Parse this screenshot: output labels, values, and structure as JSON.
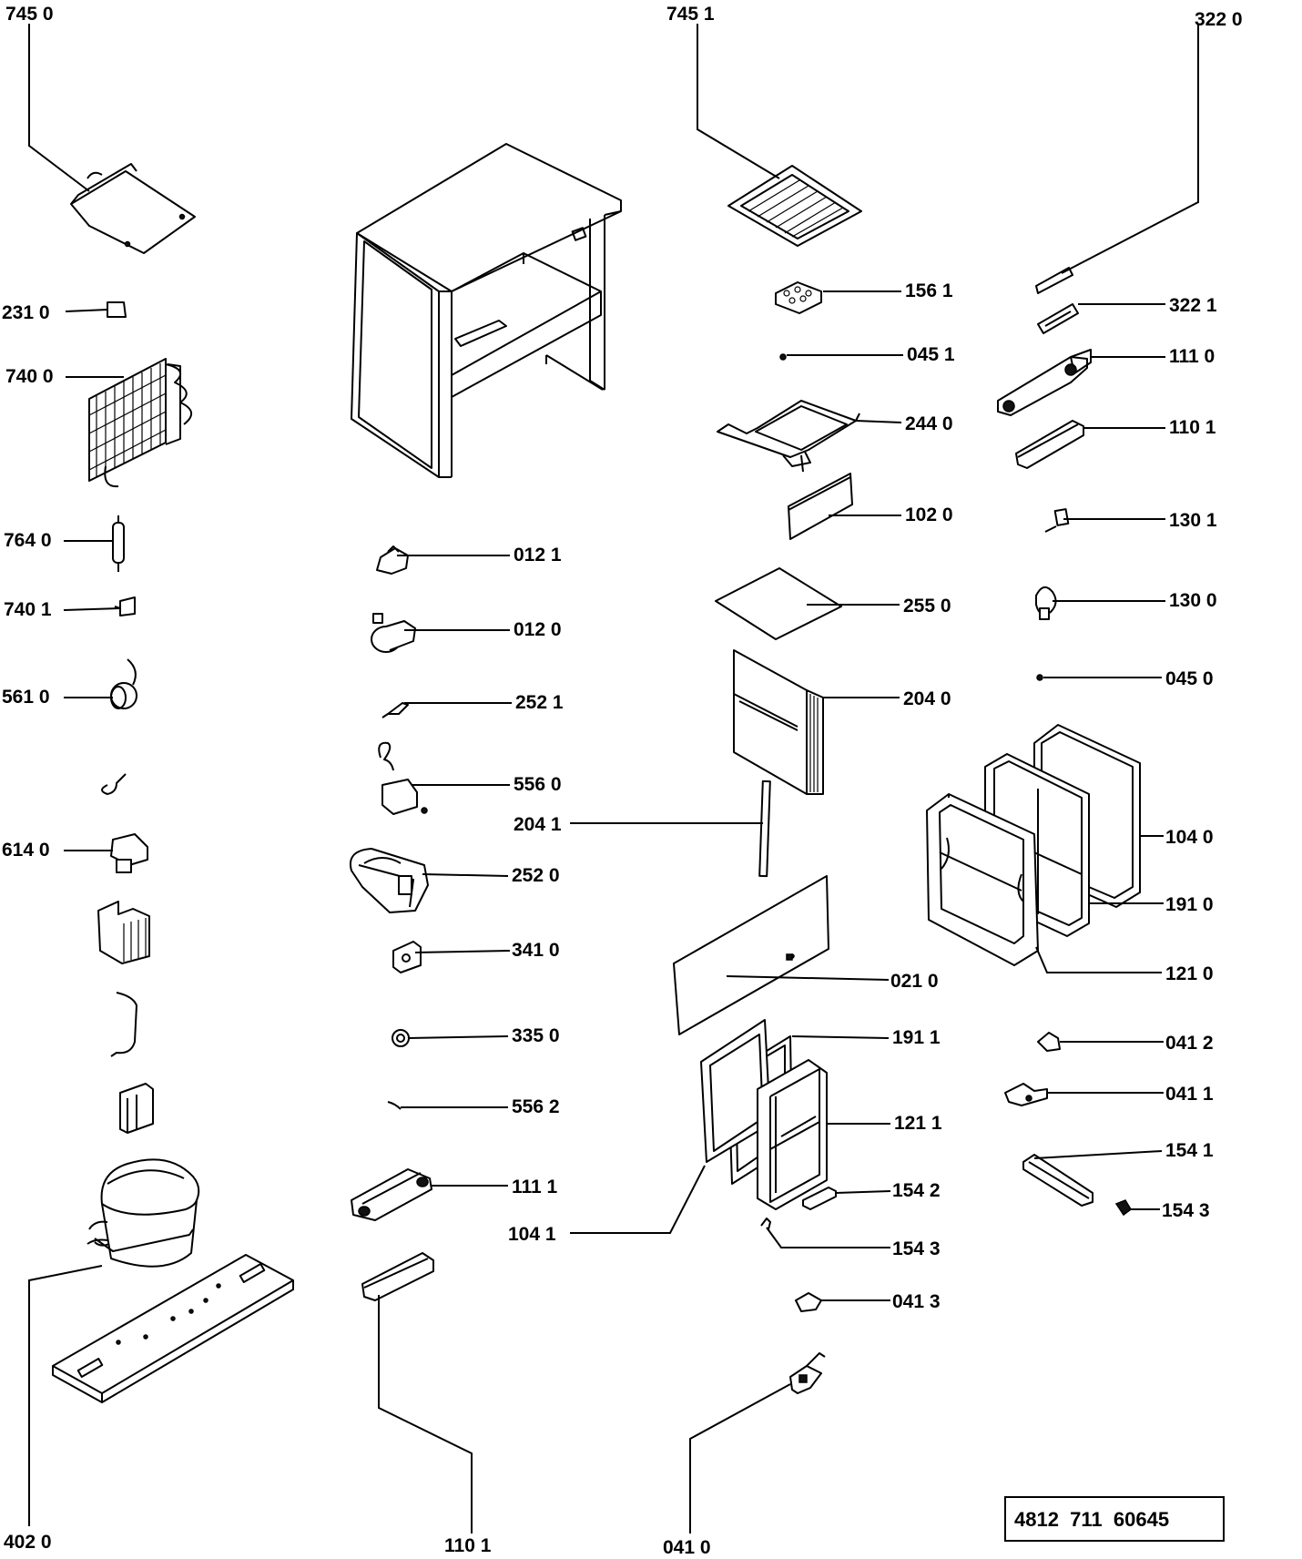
{
  "doc_code": "4812  711  60645",
  "labels": [
    "745 0",
    "745 1",
    "322 0",
    "231 0",
    "740 0",
    "764 0",
    "740 1",
    "561 0",
    "614 0",
    "402 0",
    "156 1",
    "045 1",
    "244 0",
    "102 0",
    "255 0",
    "204 0",
    "204 1",
    "021 0",
    "191 1",
    "121 1",
    "154 2",
    "154 3",
    "041 3",
    "104 1",
    "041 0",
    "322 1",
    "111 0",
    "110 1",
    "130 1",
    "130 0",
    "045 0",
    "104 0",
    "191 0",
    "121 0",
    "041 2",
    "041 1",
    "154 1",
    "154 3",
    "012 1",
    "012 0",
    "252 1",
    "556 0",
    "252 0",
    "341 0",
    "335 0",
    "556 2",
    "111 1",
    "110 1"
  ]
}
